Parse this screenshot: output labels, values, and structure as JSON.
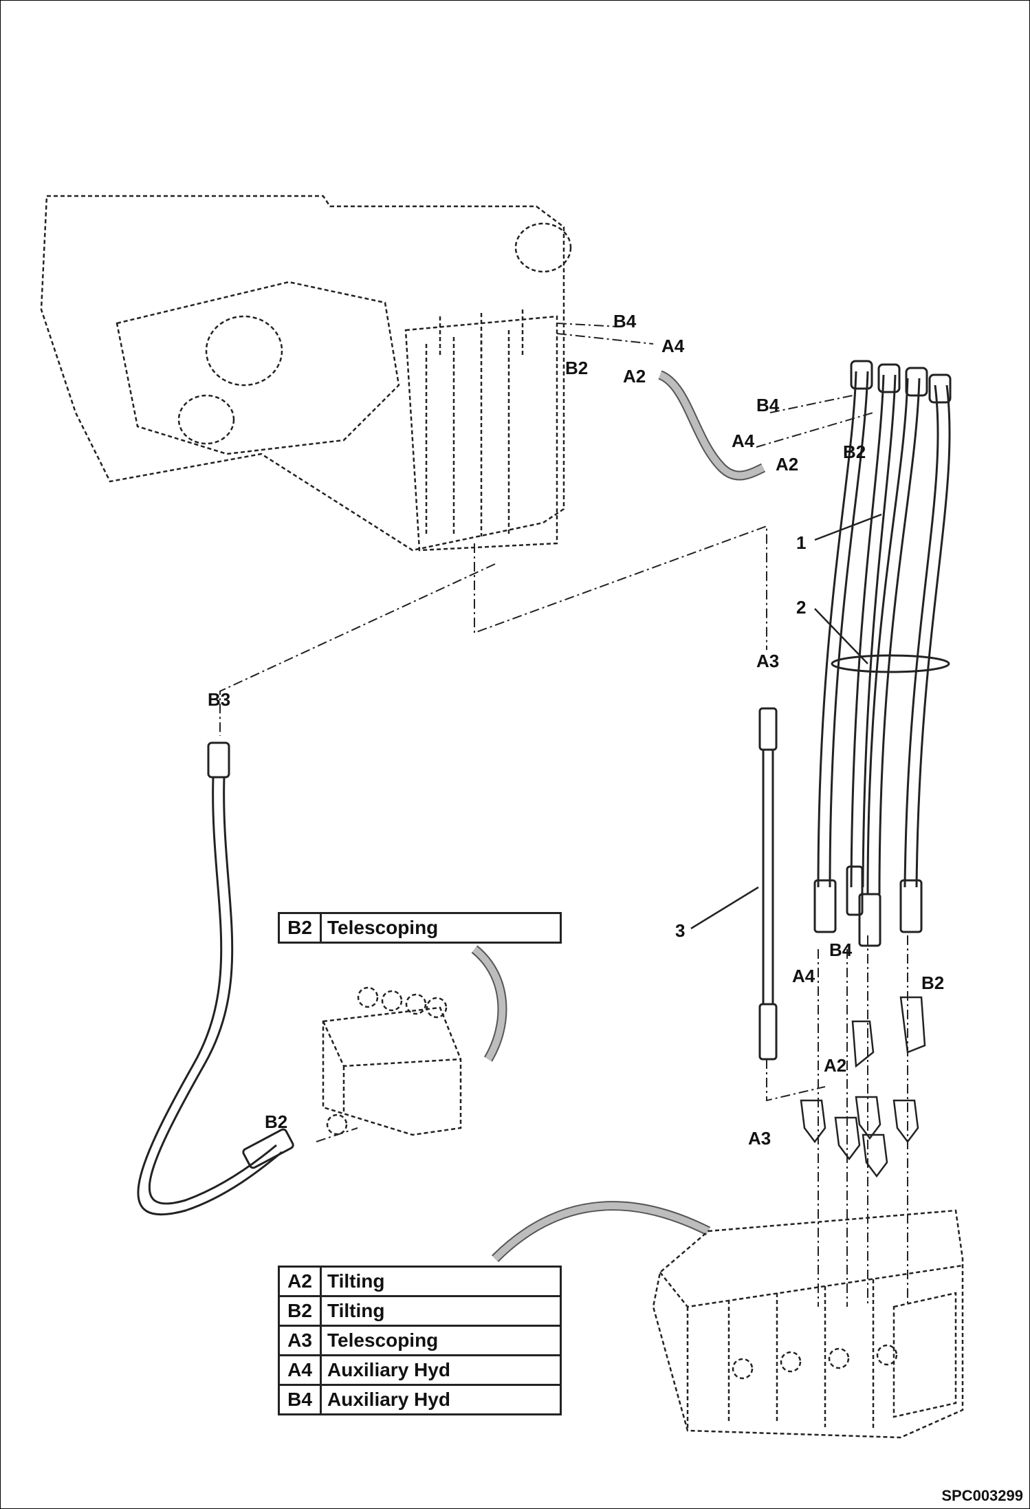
{
  "connection_labels": {
    "top_b4": "B4",
    "top_a4": "A4",
    "top_b2": "B2",
    "top_a2": "A2",
    "hose_b4": "B4",
    "hose_a4": "A4",
    "hose_a2": "A2",
    "hose_b2": "B2",
    "left_b3": "B3",
    "mid_a3": "A3",
    "lower_b4": "B4",
    "lower_a4": "A4",
    "lower_b2": "B2",
    "lower_a2": "A2",
    "lower_a3": "A3",
    "valve_b2": "B2"
  },
  "callouts": {
    "item_1": "1",
    "item_2": "2",
    "item_3": "3"
  },
  "table_telescoping": [
    {
      "code": "B2",
      "desc": "Telescoping"
    }
  ],
  "table_ports": [
    {
      "code": "A2",
      "desc": "Tilting"
    },
    {
      "code": "B2",
      "desc": "Tilting"
    },
    {
      "code": "A3",
      "desc": "Telescoping"
    },
    {
      "code": "A4",
      "desc": "Auxiliary Hyd"
    },
    {
      "code": "B4",
      "desc": "Auxiliary Hyd"
    }
  ],
  "figure_code": "SPC003299"
}
